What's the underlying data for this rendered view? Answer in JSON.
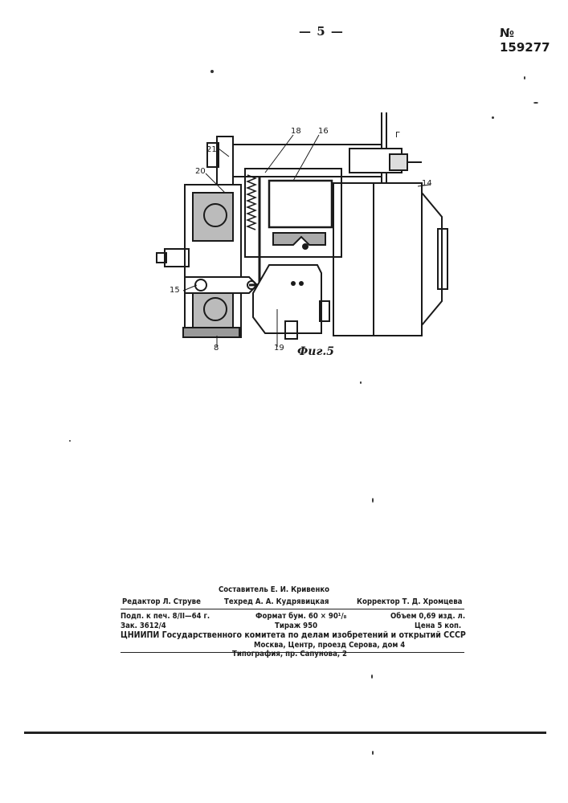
{
  "header": {
    "page_number": "— 5 —",
    "patent_number": "№ 159277"
  },
  "figure": {
    "caption": "Фиг.5",
    "callouts": {
      "c18": "18",
      "c16": "16",
      "c21": "21",
      "c20": "20",
      "c14": "14",
      "c15": "15",
      "c8": "8",
      "c19": "19",
      "cG": "Г"
    }
  },
  "imprint": {
    "compiler": "Составитель Е. И. Кривенко",
    "editor": "Редактор Л. Струве",
    "techred": "Техред А. А. Кудрявицкая",
    "corrector": "Корректор Т. Д. Хромцева",
    "signed": "Подп. к печ. 8/II—64 г.",
    "format": "Формат бум. 60 × 90¹/₈",
    "volume": "Объем 0,69 изд. л.",
    "order": "Зак. 3612/4",
    "print_run": "Тираж 950",
    "price": "Цена 5 коп.",
    "institute": "ЦНИИПИ Государственного комитета по делам изобретений и открытий СССР",
    "address": "Москва, Центр, проезд Серова, дом 4",
    "printer": "Типография, пр. Сапунова, 2"
  }
}
